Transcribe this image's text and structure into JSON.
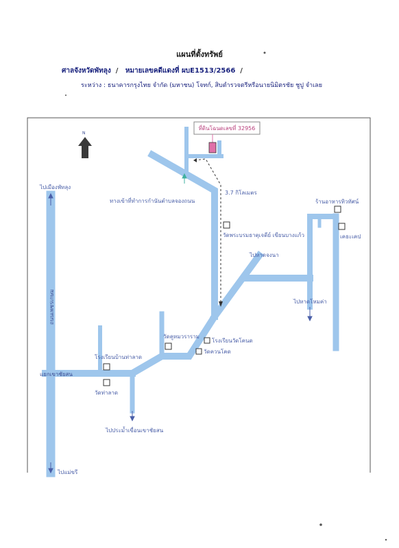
{
  "header": {
    "title": "แผนที่ตั้งทรัพย์",
    "court": "ศาลจังหวัดพัทลุง",
    "case_label": "หมายเลขคดีแดงที่",
    "case_number": "ผบE1513/2566",
    "parties": "ระหว่าง : ธนาคารกรุงไทย จำกัด (มหาชน) โจทก์, สิบตำรวจตรีหรือนายนิมิตรชัย ชูปู จำเลย"
  },
  "map": {
    "north": "N",
    "labels": {
      "property": "ที่ดินโฉนดเลขที่ 32956",
      "to_phatthalung": "ไปเมืองพัทลุง",
      "entrance": "ทางเข้าที่ทำการกำนันตำบลจองถนน",
      "distance": "3.7 กิโลเมตร",
      "restaurant": "ร้านอาหารทิวทัศน์",
      "wat_phra": "วัดพระบรมธาตุเจดีย์ เขียนบางแก้ว",
      "temple_right": "เคธะเคป",
      "to_beach": "ไปหาดจงนา",
      "road_vertical": "ถนนเพชรเกษม",
      "to_beach_2": "ไปหาดโหมค่า",
      "wat_khuha": "วัดคูหมวราราม",
      "school_right": "โรงเรียนวัดโคนด",
      "wat_khon": "วัดควนโคด",
      "school_left": "โรงเรียนบ้านท่าลาด",
      "junction": "แยกเขาชัยสน",
      "wat_thalat": "วัดท่าลาด",
      "to_dam": "ไปประม้ำเขื่อนเขาชัยสน",
      "to_sukhirin": "ไปแม่ขรี"
    }
  },
  "colors": {
    "road": "#9ec6ec",
    "label": "#4a5fa8",
    "property": "#e070a8",
    "border": "#555555"
  }
}
